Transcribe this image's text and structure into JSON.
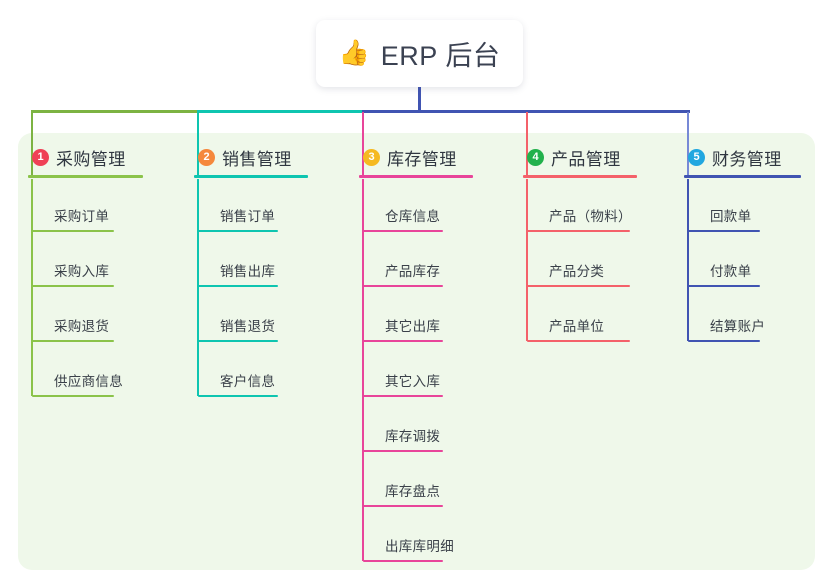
{
  "root": {
    "icon": "thumbs-up-icon",
    "emoji": "👍",
    "title": "ERP 后台"
  },
  "theme": {
    "panel_bg": "#eff8ea",
    "page_bg": "#ffffff",
    "text": "#3a4049",
    "trunk_color": "#4054b2"
  },
  "connectors": {
    "trunk_vertical_color": "#4054b2",
    "segments": [
      {
        "name": "bar-green",
        "color": "#7cb342"
      },
      {
        "name": "bar-teal",
        "color": "#0ec5b0"
      },
      {
        "name": "bar-blue",
        "color": "#4054b2"
      }
    ]
  },
  "columns": [
    {
      "index": "1",
      "title": "采购管理",
      "badge_color": "#ef4056",
      "line_color": "#8bc34a",
      "drop_color": "#7cb342",
      "children": [
        {
          "label": "采购订单"
        },
        {
          "label": "采购入库"
        },
        {
          "label": "采购退货"
        },
        {
          "label": "供应商信息"
        }
      ]
    },
    {
      "index": "2",
      "title": "销售管理",
      "badge_color": "#f5883c",
      "line_color": "#0ec5b0",
      "drop_color": "#0ec5b0",
      "children": [
        {
          "label": "销售订单"
        },
        {
          "label": "销售出库"
        },
        {
          "label": "销售退货"
        },
        {
          "label": "客户信息"
        }
      ]
    },
    {
      "index": "3",
      "title": "库存管理",
      "badge_color": "#f5b921",
      "line_color": "#e8459a",
      "drop_color": "#e8459a",
      "children": [
        {
          "label": "仓库信息"
        },
        {
          "label": "产品库存"
        },
        {
          "label": "其它出库"
        },
        {
          "label": "其它入库"
        },
        {
          "label": "库存调拨"
        },
        {
          "label": "库存盘点"
        },
        {
          "label": "出库库明细"
        }
      ]
    },
    {
      "index": "4",
      "title": "产品管理",
      "badge_color": "#22b14c",
      "line_color": "#f4616a",
      "drop_color": "#f4616a",
      "children": [
        {
          "label": "产品（物料）"
        },
        {
          "label": "产品分类"
        },
        {
          "label": "产品单位"
        }
      ]
    },
    {
      "index": "5",
      "title": "财务管理",
      "badge_color": "#21a7e0",
      "line_color": "#4054b2",
      "drop_color": "#7789d6",
      "children": [
        {
          "label": "回款单"
        },
        {
          "label": "付款单"
        },
        {
          "label": "结算账户"
        }
      ]
    }
  ]
}
